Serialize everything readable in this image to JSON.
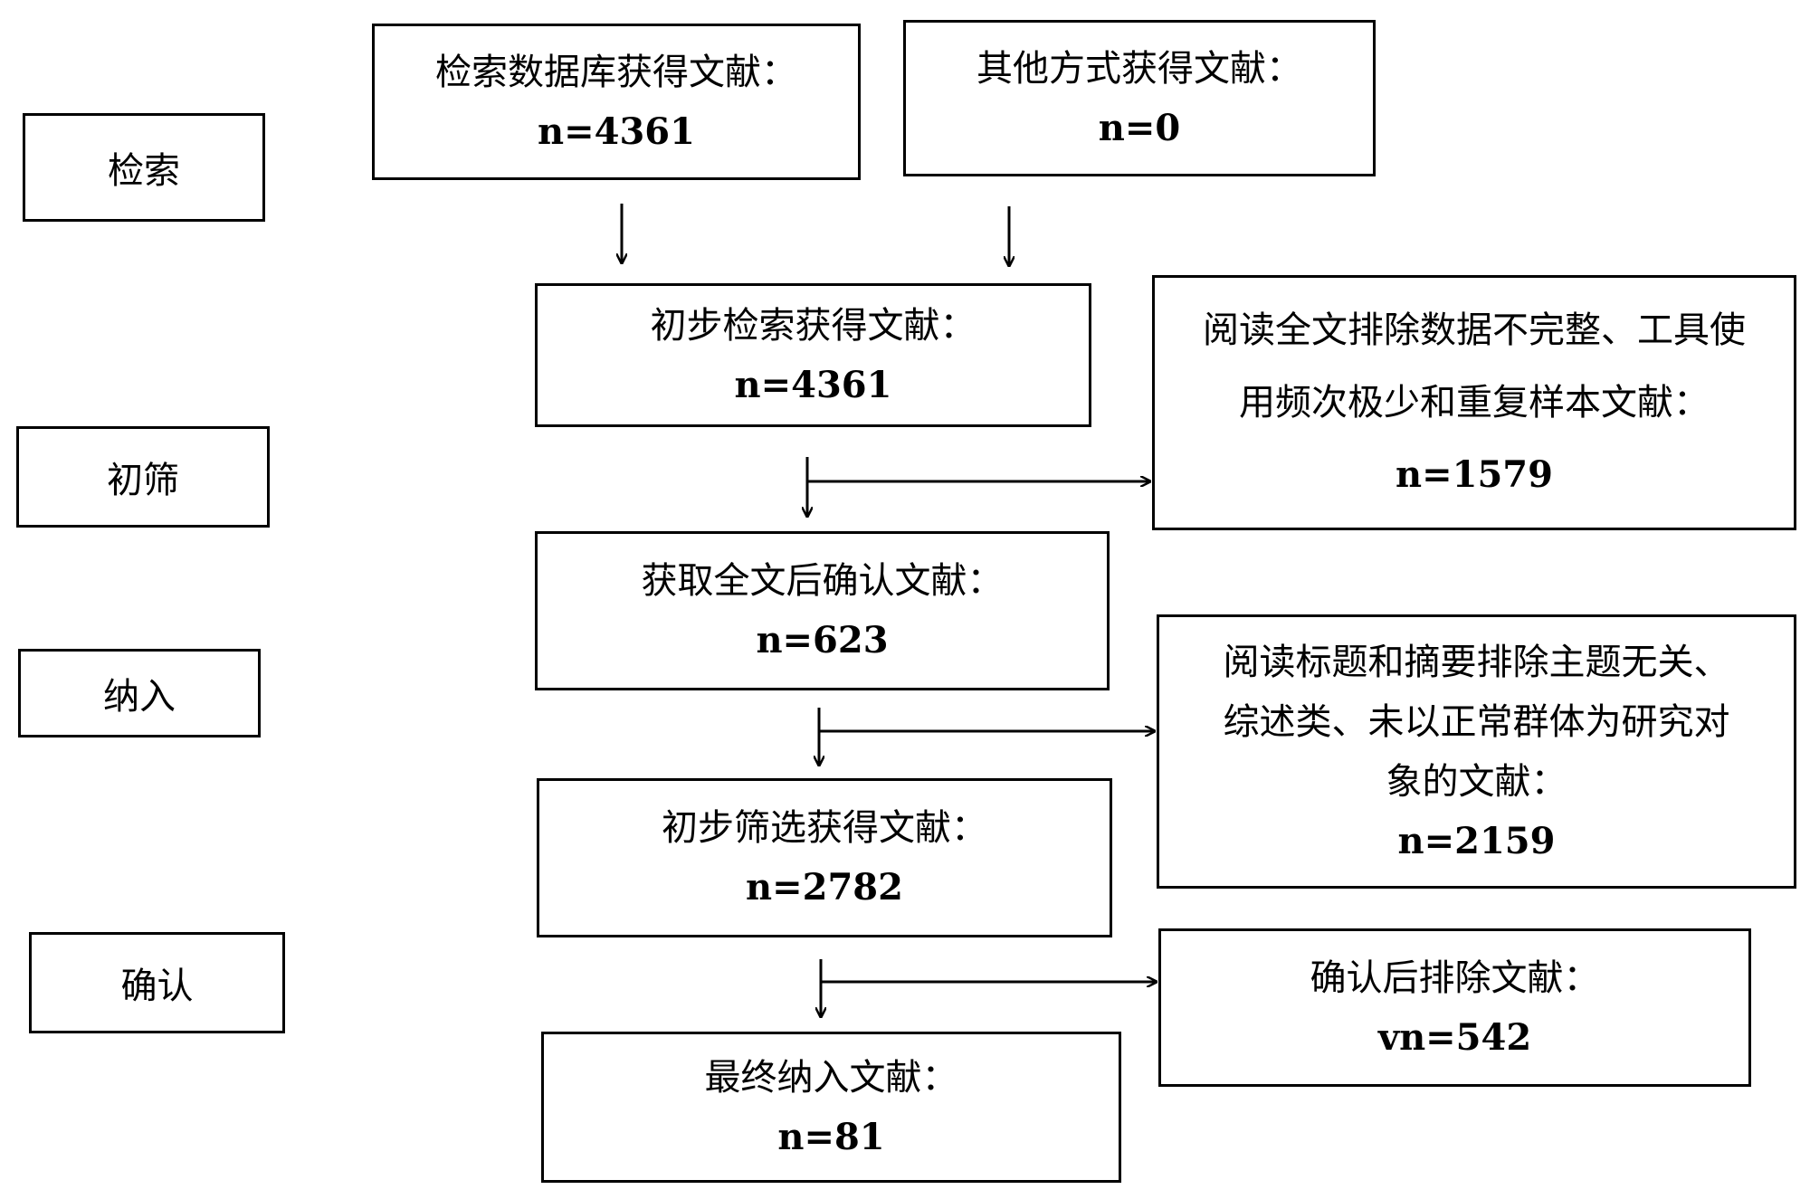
{
  "stages": [
    "检索",
    "初筛",
    "纳入",
    "确认"
  ],
  "boxes": {
    "database_search": {
      "title": "检索数据库获得文献：",
      "count": "n=4361"
    },
    "other_sources": {
      "title": "其他方式获得文献：",
      "count": "n=0"
    },
    "initial_search": {
      "title": "初步检索获得文献：",
      "count": "n=4361"
    },
    "fulltext_confirmed": {
      "title": "获取全文后确认文献：",
      "count": "n=623"
    },
    "preliminary_screened": {
      "title": "初步筛选获得文献：",
      "count": "n=2782"
    },
    "final_included": {
      "title": "最终纳入文献：",
      "count": "n=81"
    },
    "excluded_fulltext": {
      "lines": [
        "阅读全文排除数据不完整、工具使",
        "用频次极少和重复样本文献："
      ],
      "count": "n=1579"
    },
    "excluded_title_abstract": {
      "lines": [
        "阅读标题和摘要排除主题无关、",
        "综述类、未以正常群体为研究对",
        "象的文献："
      ],
      "count": "n=2159"
    },
    "excluded_after_confirm": {
      "title": "确认后排除文献：",
      "count": "vn=542"
    }
  }
}
